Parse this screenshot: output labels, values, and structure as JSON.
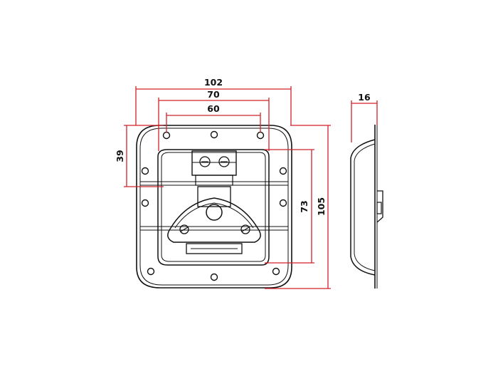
{
  "drawing": {
    "colors": {
      "line": "#111111",
      "dimension": "#d0202a",
      "background": "#ffffff"
    },
    "front_view": {
      "dimensions": {
        "outer_width": "102",
        "hole_span_wide": "70",
        "hole_span_narrow": "60",
        "hole_height": "39",
        "recess_height": "73",
        "overall_height": "105"
      }
    },
    "side_view": {
      "dimensions": {
        "depth": "16"
      }
    }
  }
}
